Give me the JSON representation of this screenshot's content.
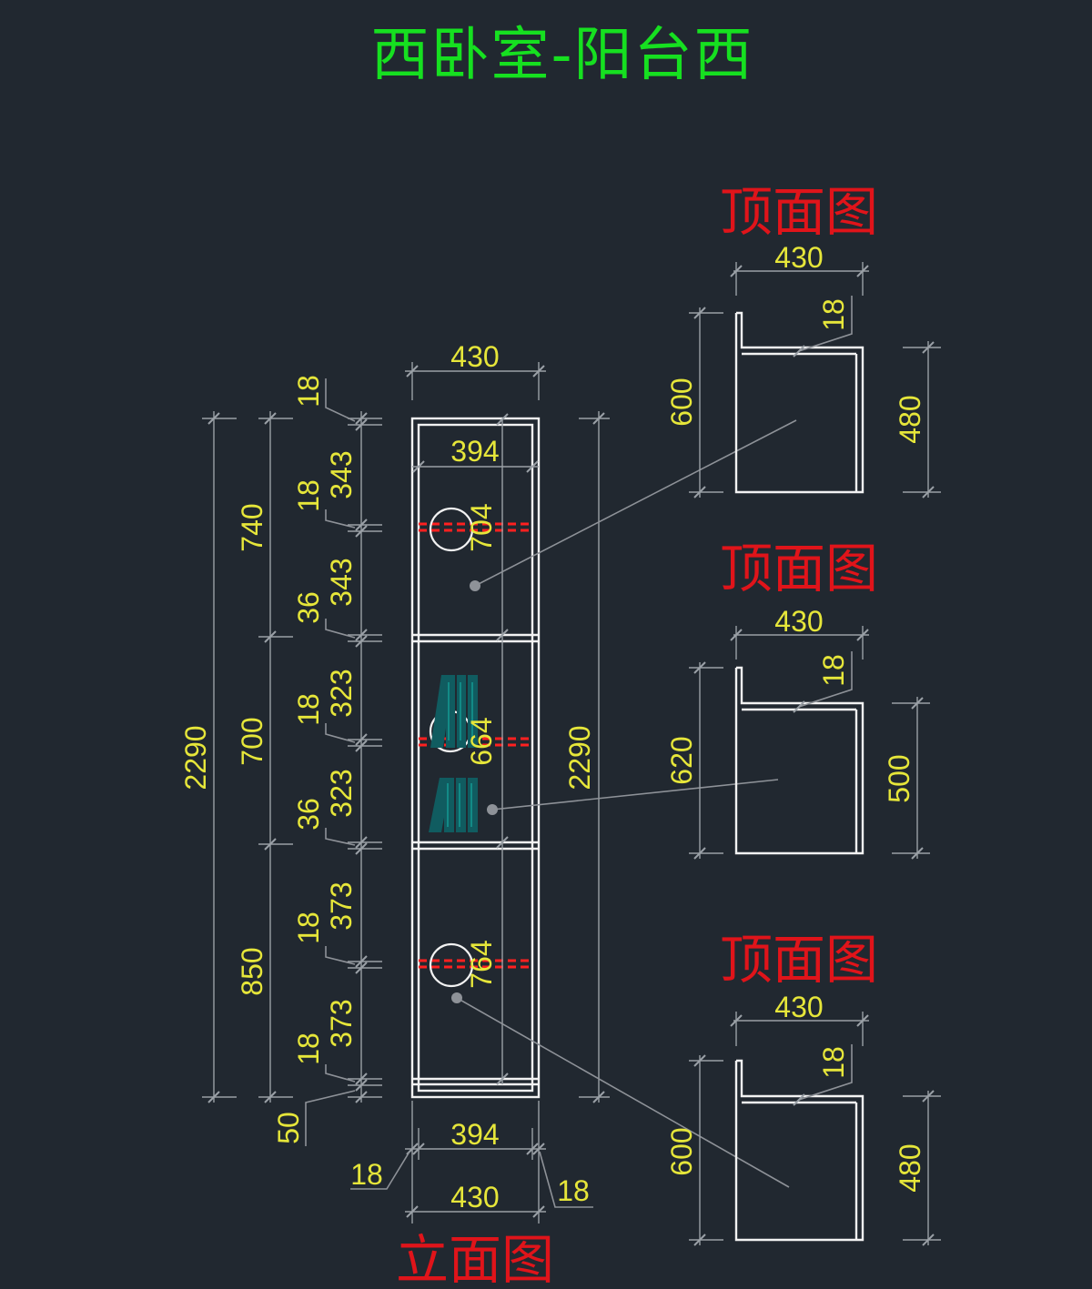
{
  "title": "西卧室-阳台西",
  "views": {
    "elevation_label": "立面图",
    "plan_labels": [
      "顶面图",
      "顶面图",
      "顶面图"
    ]
  },
  "elevation": {
    "overall_width": "430",
    "inner_width_top": "394",
    "inner_width_bottom": "394",
    "bottom_width": "430",
    "side_left": "18",
    "side_right": "18",
    "overall_height_left": "2290",
    "overall_height_right": "2290",
    "sections": [
      "740",
      "700",
      "850"
    ],
    "inner_heights": [
      "704",
      "664",
      "764"
    ],
    "details": [
      "18",
      "343",
      "18",
      "343",
      "36",
      "323",
      "18",
      "323",
      "36",
      "373",
      "18",
      "373",
      "18",
      "50"
    ]
  },
  "plans": [
    {
      "width": "430",
      "thickness": "18",
      "depth_left": "600",
      "depth_right": "480"
    },
    {
      "width": "430",
      "thickness": "18",
      "depth_left": "620",
      "depth_right": "500"
    },
    {
      "width": "430",
      "thickness": "18",
      "depth_left": "600",
      "depth_right": "480"
    }
  ],
  "colors": {
    "background": "#212830",
    "title": "#16e020",
    "view_label": "#e0141a",
    "dimension_text": "#e6e63a",
    "cabinet_lines": "#f2f2f2",
    "dimension_lines": "#9aa0a6",
    "rod_marks": "#ff2020"
  },
  "icons": [
    "hanging-rod-circle-icon",
    "books-icon"
  ]
}
